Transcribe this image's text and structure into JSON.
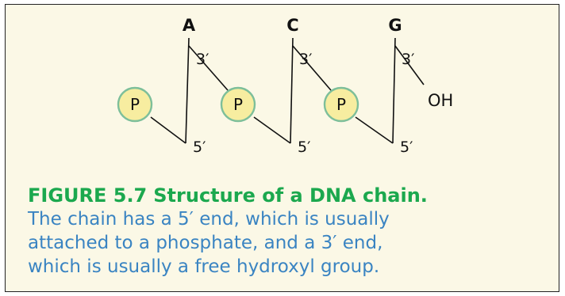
{
  "figure": {
    "bases": [
      "A",
      "C",
      "G"
    ],
    "three_prime_label": "3′",
    "five_prime_label": "5′",
    "phosphate_label": "P",
    "hydroxyl_label": "OH",
    "colors": {
      "background": "#fbf8e6",
      "phosphate_fill": "#f7eda0",
      "phosphate_stroke": "#7dbf9a",
      "title": "#1ba84e",
      "body": "#3a84c2"
    }
  },
  "caption": {
    "figure_number": "FIGURE 5.7",
    "title": "Structure of a DNA chain.",
    "body_lines": [
      "The chain has a 5′ end, which is usually",
      "attached to a phosphate, and a 3′ end,",
      "which is usually a free hydroxyl group."
    ]
  }
}
